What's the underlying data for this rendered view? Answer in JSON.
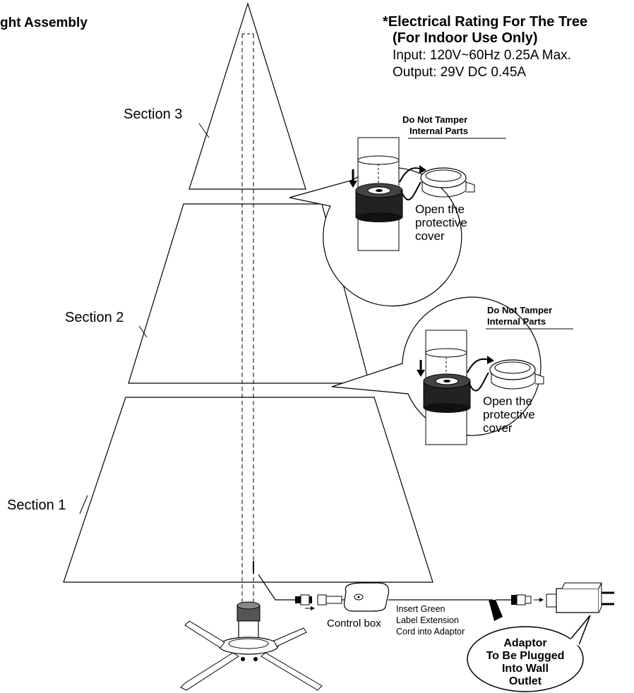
{
  "title": "ght Assembly",
  "rating": {
    "heading_1": "*Electrical Rating For The Tree",
    "heading_2": "(For Indoor Use Only)",
    "input": "Input: 120V~60Hz 0.25A Max.",
    "output": "Output: 29V DC 0.45A"
  },
  "sections": {
    "s3": "Section 3",
    "s2": "Section 2",
    "s1": "Section 1"
  },
  "callout_upper": {
    "warning_1": "Do Not Tamper",
    "warning_2": "Internal Parts",
    "open_1": "Open the",
    "open_2": "protective",
    "open_3": "cover"
  },
  "callout_lower": {
    "warning_1": "Do Not Tamper",
    "warning_2": "Internal Parts",
    "open_1": "Open the",
    "open_2": "protective",
    "open_3": "cover"
  },
  "control_box_label": "Control box",
  "instruction": {
    "line_1": "Insert Green",
    "line_2": "Label Extension",
    "line_3": "Cord into Adaptor"
  },
  "adaptor_bubble": {
    "line_1": "Adaptor",
    "line_2": "To Be Plugged",
    "line_3": "Into Wall",
    "line_4": "Outlet"
  }
}
